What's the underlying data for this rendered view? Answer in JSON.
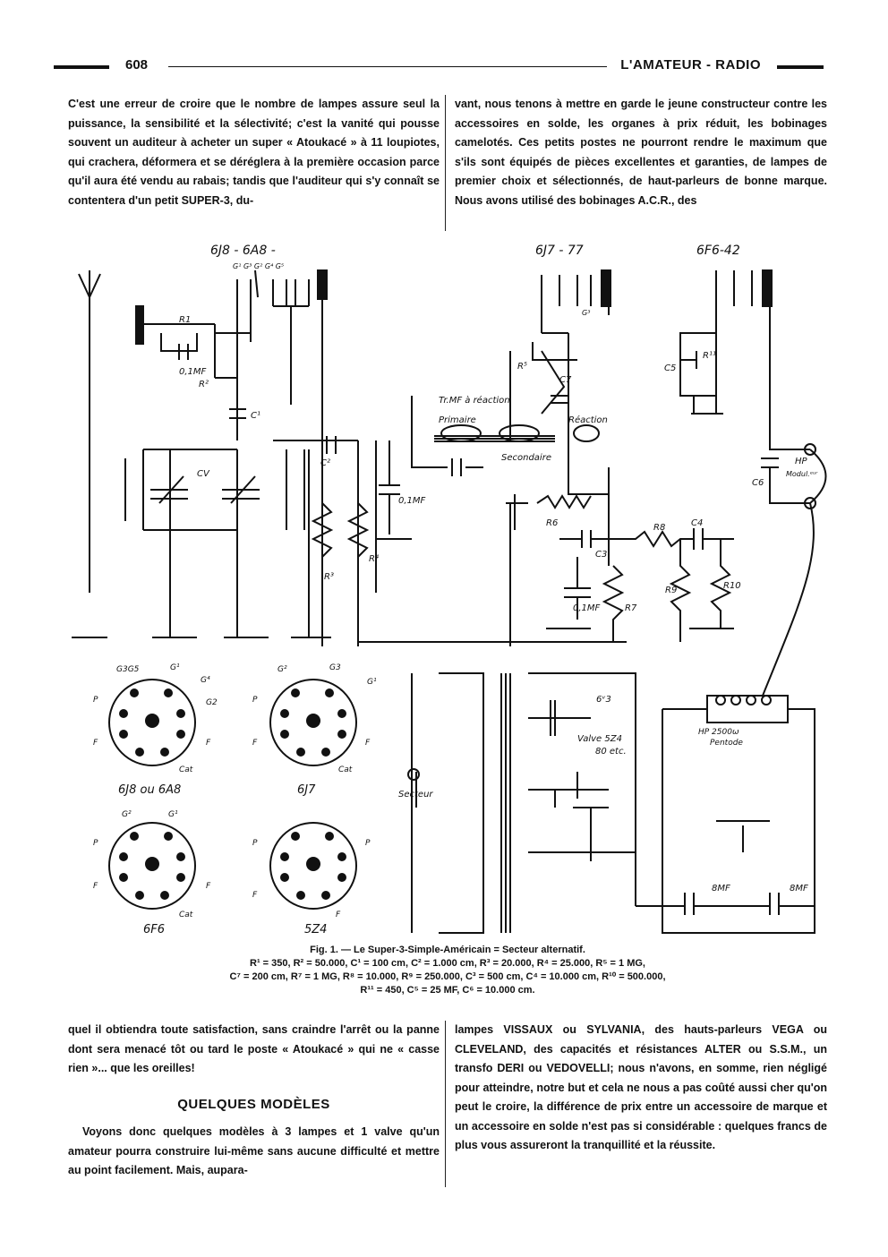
{
  "header": {
    "page_number": "608",
    "journal_title": "L'AMATEUR - RADIO"
  },
  "columns_top": {
    "left": "C'est une erreur de croire que le nombre de lampes assure seul la puissance, la sensibilité et la sélectivité; c'est la vanité qui pousse souvent un auditeur à acheter un super « Atoukacé » à 11 loupiotes, qui crachera, déformera et se déréglera à la première occasion parce qu'il aura été vendu au rabais; tandis que l'auditeur qui s'y connaît se contentera d'un petit SUPER-3, du-",
    "right": "vant, nous tenons à mettre en garde le jeune constructeur contre les accessoires en solde, les organes à prix réduit, les bobinages camelotés. Ces petits postes ne pourront rendre le maximum que s'ils sont équipés de pièces excellentes et garanties, de lampes de premier choix et sélectionnés, de haut-parleurs de bonne marque. Nous avons utilisé des bobinages A.C.R., des"
  },
  "figure": {
    "tube_labels": [
      "6J8 - 6A8 -",
      "6J7 - 77",
      "6F6-42"
    ],
    "grid_labels": [
      "G¹ G³ G² G⁴ G⁵",
      "G³"
    ],
    "component_labels": {
      "r1": "R1",
      "c01_a": "0,1MF",
      "r2": "R²",
      "c1": "C¹",
      "cv": "CV",
      "c2": "C²",
      "c01_b": "0,1MF",
      "r3": "R³",
      "r4": "R⁴",
      "r5": "R⁵",
      "c7": "C7",
      "trmf": "Tr.MF à réaction",
      "primaire": "Primaire",
      "reaction": "Réaction",
      "secondaire": "Secondaire",
      "r6": "R6",
      "c3": "C3",
      "r7": "R7",
      "c01_c": "0,1MF",
      "r8": "R8",
      "c4": "C4",
      "r9": "R9",
      "r10": "R10",
      "c5": "C5",
      "r11": "R¹¹",
      "c6": "C6",
      "hp": "HP",
      "modul": "Modul.ᵉᵘʳ",
      "socket_6v3": "6ᵛ3",
      "valve": "Valve 5Z4",
      "valve2": "80 etc.",
      "hp_pent": "HP 2500ω",
      "pentode": "Pentode",
      "secteur": "Secteur",
      "c8a": "8MF",
      "c8b": "8MF"
    },
    "pinouts": [
      {
        "name": "6J8 ou 6A8",
        "pins": [
          "G3G5",
          "G¹",
          "G⁴",
          "G2",
          "P",
          "F",
          "F",
          "Cat"
        ]
      },
      {
        "name": "6J7",
        "pins": [
          "G²",
          "G3",
          "G¹",
          "P",
          "F",
          "F",
          "Cat"
        ]
      },
      {
        "name": "6F6",
        "pins": [
          "G²",
          "G¹",
          "P",
          "F",
          "F",
          "Cat"
        ]
      },
      {
        "name": "5Z4",
        "pins": [
          "P",
          "P",
          "F",
          "F"
        ]
      }
    ]
  },
  "caption": {
    "title": "Fig. 1. — Le Super-3-Simple-Américain = Secteur alternatif.",
    "line1": "R¹ = 350, R² = 50.000, C¹ = 100 cm, C² = 1.000 cm, R³ = 20.000, R⁴ = 25.000, R⁵ = 1 MG,",
    "line2": "C⁷ = 200 cm, R⁷ = 1 MG, R⁸ = 10.000, R⁹ = 250.000, C³ = 500 cm, C⁴ = 10.000 cm, R¹⁰ = 500.000,",
    "line3": "R¹¹ = 450, C⁵ = 25 MF, C⁶ = 10.000 cm."
  },
  "columns_bottom": {
    "left_intro": "quel il obtiendra toute satisfaction, sans craindre l'arrêt ou la panne dont sera menacé tôt ou tard le poste « Atoukacé » qui ne « casse rien »... que les oreilles!",
    "section_heading": "QUELQUES MODÈLES",
    "left_body": "Voyons donc quelques modèles à 3 lampes et 1 valve qu'un amateur pourra construire lui-même sans aucune difficulté et mettre au point facilement. Mais, aupara-",
    "right": "lampes VISSAUX ou SYLVANIA, des hauts-parleurs VEGA ou CLEVELAND, des capacités et résistances ALTER ou S.S.M., un transfo DERI ou VEDOVELLI; nous n'avons, en somme, rien négligé pour atteindre, notre but et cela ne nous a pas coûté aussi cher qu'on peut le croire, la différence de prix entre un accessoire de marque et un accessoire en solde n'est pas si considérable : quelques francs de plus vous assureront la tranquillité et la réussite."
  }
}
